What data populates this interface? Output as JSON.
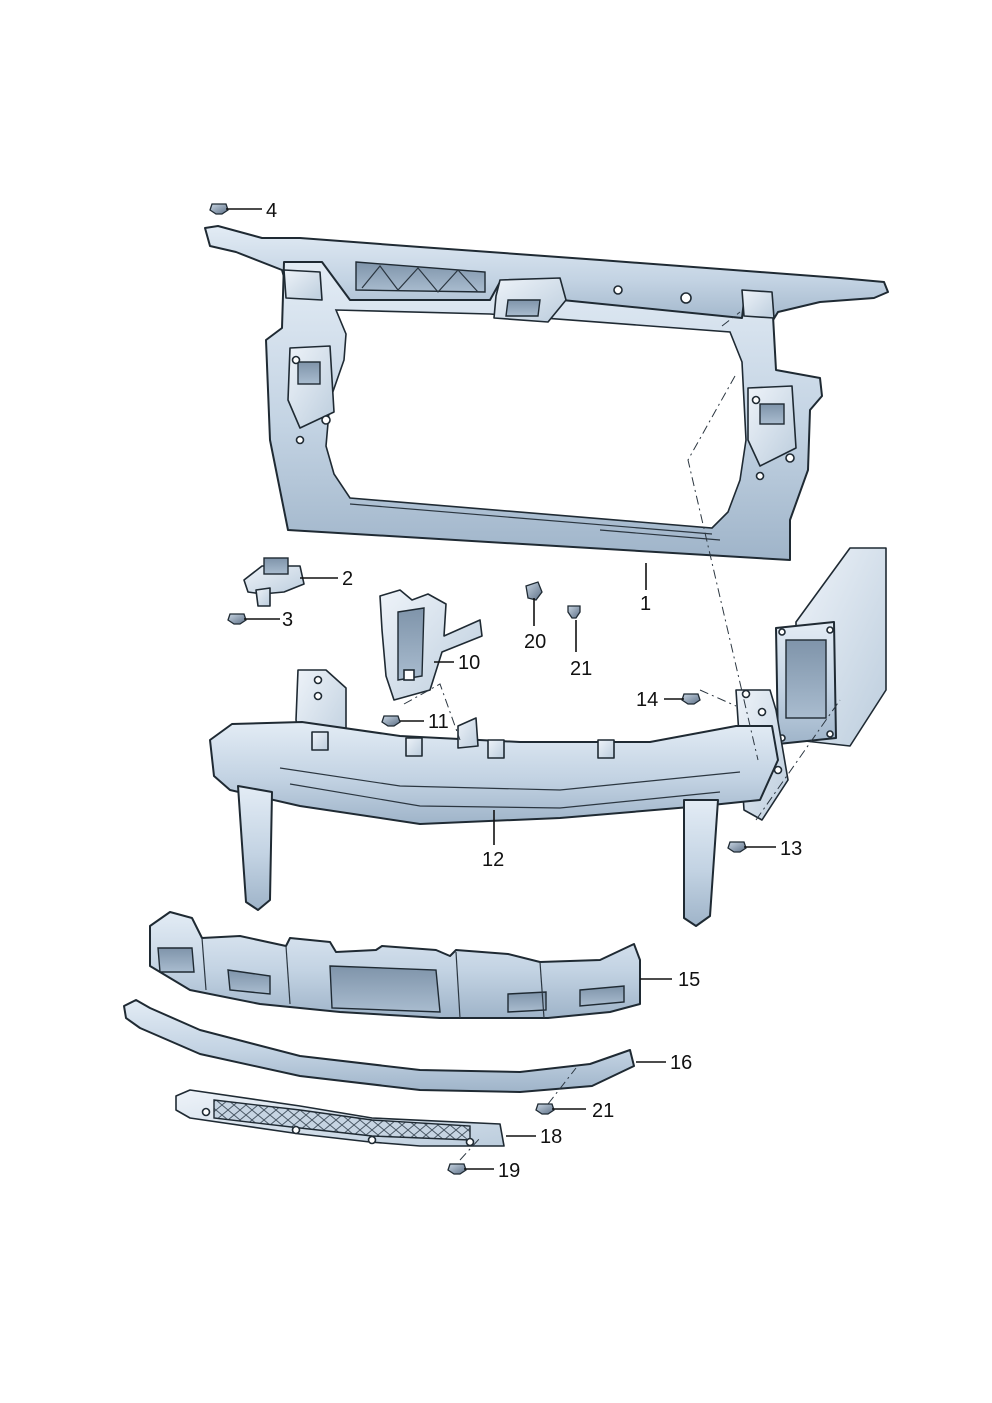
{
  "callouts": [
    {
      "id": "c1",
      "label": "1"
    },
    {
      "id": "c2",
      "label": "2"
    },
    {
      "id": "c3",
      "label": "3"
    },
    {
      "id": "c4",
      "label": "4"
    },
    {
      "id": "c10",
      "label": "10"
    },
    {
      "id": "c11",
      "label": "11"
    },
    {
      "id": "c12",
      "label": "12"
    },
    {
      "id": "c13",
      "label": "13"
    },
    {
      "id": "c14",
      "label": "14"
    },
    {
      "id": "c15",
      "label": "15"
    },
    {
      "id": "c16",
      "label": "16"
    },
    {
      "id": "c18",
      "label": "18"
    },
    {
      "id": "c19",
      "label": "19"
    },
    {
      "id": "c20",
      "label": "20"
    },
    {
      "id": "c21a",
      "label": "21"
    },
    {
      "id": "c21b",
      "label": "21"
    }
  ],
  "colors": {
    "part_light": "#dfe9f3",
    "part_mid": "#b9cadb",
    "part_dark": "#8ea4ba",
    "outline": "#1f2a33"
  }
}
